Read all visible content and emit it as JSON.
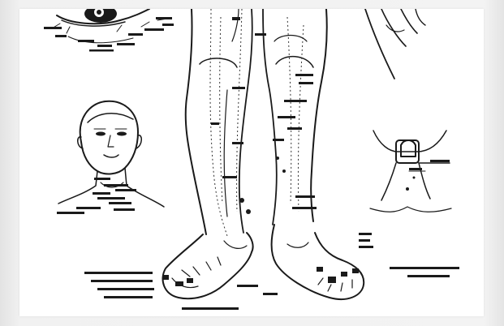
{
  "image": {
    "kind": "acupuncture point chart (scan)",
    "colors": {
      "frame_background": "#ededed",
      "paper": "#ffffff",
      "ink": "#1a1a1a"
    },
    "panels": [
      {
        "name": "eye-detail",
        "icon": "eye-icon"
      },
      {
        "name": "head-neck-front",
        "icon": "head-icon"
      },
      {
        "name": "legs-front",
        "icon": "legs-icon"
      },
      {
        "name": "feet-dorsal",
        "icon": "foot-icon"
      },
      {
        "name": "groin-detail",
        "icon": "pelvis-icon"
      },
      {
        "name": "arm-fragment",
        "icon": "arm-icon"
      }
    ]
  }
}
